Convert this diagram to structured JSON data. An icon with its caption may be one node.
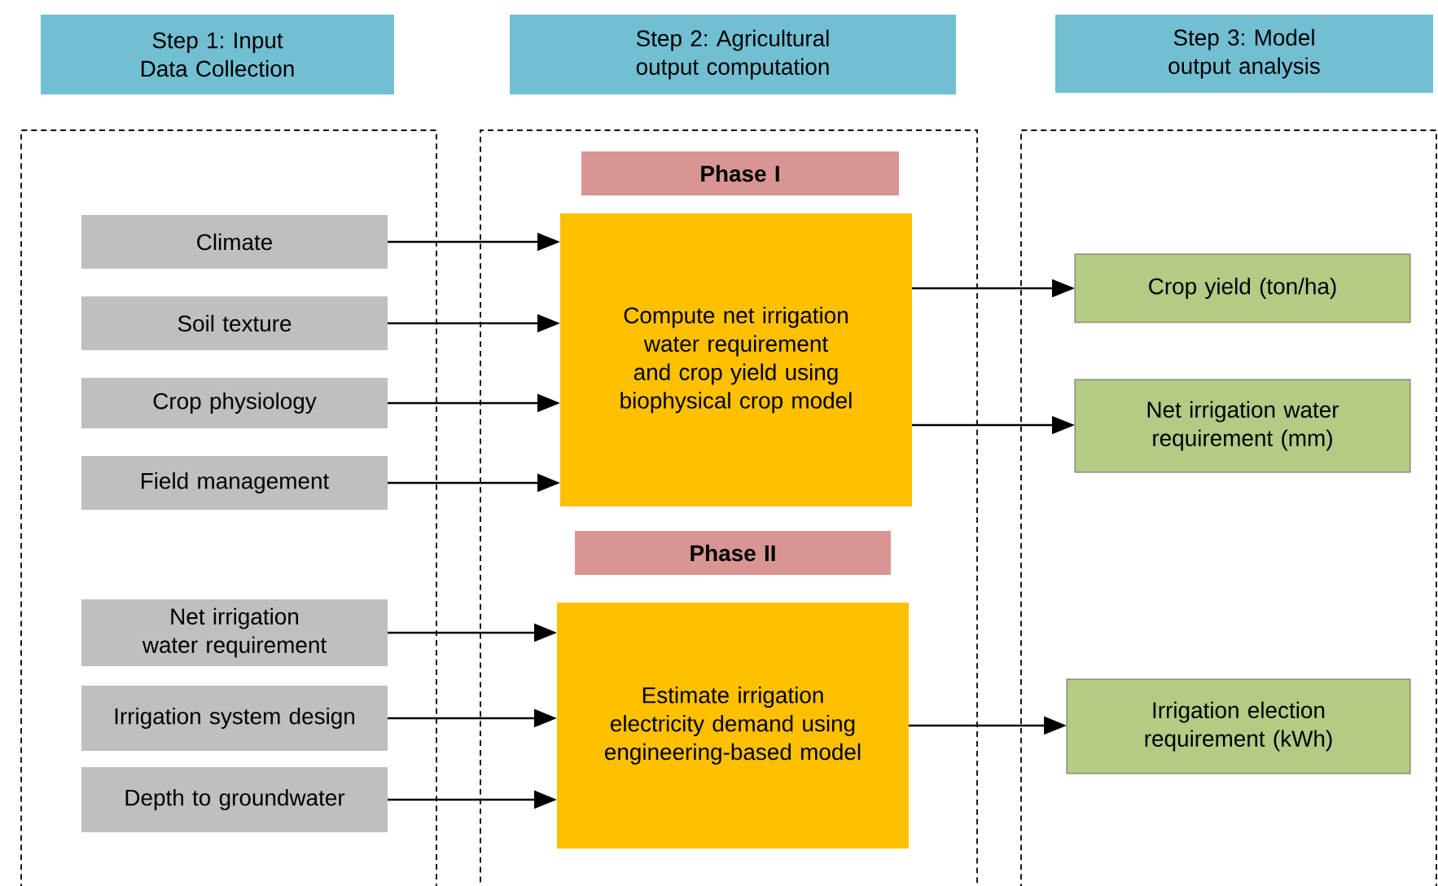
{
  "diagram": {
    "nodes": [
      {
        "text": [
          "Step 1: Input Data Collection"
        ]
      },
      {
        "text": [
          "Step 2: Agricultural output computation"
        ]
      },
      {
        "text": [
          "Step 3: Model output analysis"
        ]
      },
      {
        "text": [],
        "shape": "box"
      },
      {
        "text": [],
        "shape": "box"
      },
      {
        "text": [],
        "shape": "box"
      },
      {
        "text": [
          "Phase I"
        ],
        "in": 4
      },
      {
        "text": [
          "Climate"
        ],
        "in": 3
      },
      {
        "text": [
          "Soil texture"
        ],
        "in": 3
      },
      {
        "text": [
          "Crop physiology"
        ],
        "in": 3
      },
      {
        "text": [
          "Field management"
        ],
        "in": 3
      },
      {
        "text": [
          "Compute net irrigation water requirement and crop yield using biophysical crop model"
        ],
        "in": 4
      },
      {
        "text": [
          "Crop yield (ton/ha)"
        ],
        "in": 5
      },
      {
        "text": [
          "Net irrigation water requirement (mm)"
        ],
        "in": 5
      },
      {
        "text": [
          "Phase II"
        ],
        "in": 4
      },
      {
        "text": [
          "Net irrigation water requirement"
        ],
        "in": 3
      },
      {
        "text": [
          "Irrigation system design"
        ],
        "in": 3
      },
      {
        "text": [
          "Depth to groundwater"
        ],
        "in": 3
      },
      {
        "text": [
          "Estimate irrigation electricity demand using engineering-based model"
        ],
        "in": 4
      },
      {
        "text": [
          "Irrigation election requirement (kWh)"
        ],
        "in": 5
      }
    ],
    "edges": [
      {
        "from": 7,
        "to": 11,
        "arrow": "to"
      },
      {
        "from": 8,
        "to": 11,
        "arrow": "to"
      },
      {
        "from": 9,
        "to": 11,
        "arrow": "to"
      },
      {
        "from": 10,
        "to": 11,
        "arrow": "to"
      },
      {
        "from": 11,
        "to": 12,
        "arrow": "to"
      },
      {
        "from": 11,
        "to": 13,
        "arrow": "to"
      },
      {
        "from": 15,
        "to": 18,
        "arrow": "to"
      },
      {
        "from": 16,
        "to": 18,
        "arrow": "to"
      },
      {
        "from": 17,
        "to": 18,
        "arrow": "to"
      },
      {
        "from": 18,
        "to": 19,
        "arrow": "to"
      }
    ]
  }
}
